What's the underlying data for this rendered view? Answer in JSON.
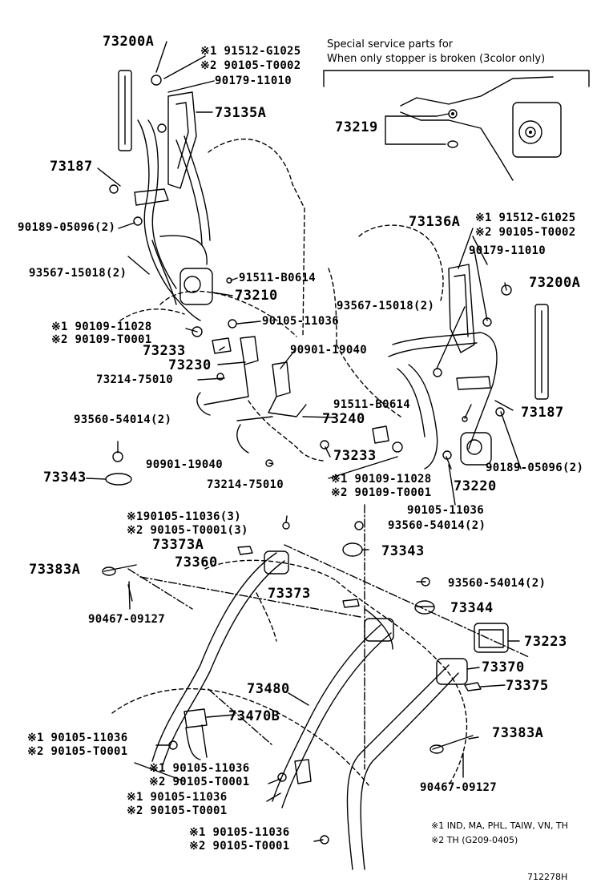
{
  "diagram": {
    "special_note_line1": "Special service parts for",
    "special_note_line2": "When only stopper is broken (3color only)",
    "figure_id": "712278H",
    "footnote1": "※1 IND, MA, PHL, TAIW, VN, TH",
    "footnote2": "※2 TH (G209-0405)",
    "labels": {
      "p73200A_top": "73200A",
      "p91512_top": "※1 91512-G1025",
      "p90105T_top": "※2 90105-T0002",
      "p90179_top": "90179-11010",
      "p73135A": "73135A",
      "p73219": "73219",
      "p73187_top": "73187",
      "p90189_top": "90189-05096(2)",
      "p93567_top": "93567-15018(2)",
      "p91511_top": "91511-B0614",
      "p73210": "73210",
      "p90109_top1": "※1 90109-11028",
      "p90109_top2": "※2 90109-T0001",
      "p90105_11036_a": "90105-11036",
      "p73233_left": "73233",
      "p90901_top": "90901-19040",
      "p73230": "73230",
      "p73214_top": "73214-75010",
      "p73136A": "73136A",
      "p91512_right": "※1 91512-G1025",
      "p90105T_right": "※2 90105-T0002",
      "p90179_right": "90179-11010",
      "p73200A_right": "73200A",
      "p93567_right": "93567-15018(2)",
      "p73187_right": "73187",
      "p91511_right": "91511-B0614",
      "p73240": "73240",
      "p93560_left": "93560-54014(2)",
      "p73233_right": "73233",
      "p90901_bottom": "90901-19040",
      "p73214_bottom": "73214-75010",
      "p90109_right1": "※1 90109-11028",
      "p90109_right2": "※2 90109-T0001",
      "p73220": "73220",
      "p90189_right": "90189-05096(2)",
      "p73343_left": "73343",
      "p90105_11036_b": "90105-11036",
      "p93560_mid": "93560-54014(2)",
      "p90105_3a": "※190105-11036(3)",
      "p90105_3b": "※2 90105-T0001(3)",
      "p73373A": "73373A",
      "p73343_mid": "73343",
      "p73383A_left": "73383A",
      "p73360": "73360",
      "p93560_right": "93560-54014(2)",
      "p73373": "73373",
      "p73344": "73344",
      "p90467_left": "90467-09127",
      "p73223": "73223",
      "p73370": "73370",
      "p73480": "73480",
      "p73375": "73375",
      "p73470B": "73470B",
      "p73383A_right": "73383A",
      "p90105_bl1": "※1 90105-11036",
      "p90105_bl2": "※2 90105-T0001",
      "p90105_c1": "※1 90105-11036",
      "p90105_c2": "※2 90105-T0001",
      "p90105_d1": "※1 90105-11036",
      "p90105_d2": "※2 90105-T0001",
      "p90467_right": "90467-09127",
      "p90105_e1": "※1 90105-11036",
      "p90105_e2": "※2 90105-T0001"
    }
  }
}
